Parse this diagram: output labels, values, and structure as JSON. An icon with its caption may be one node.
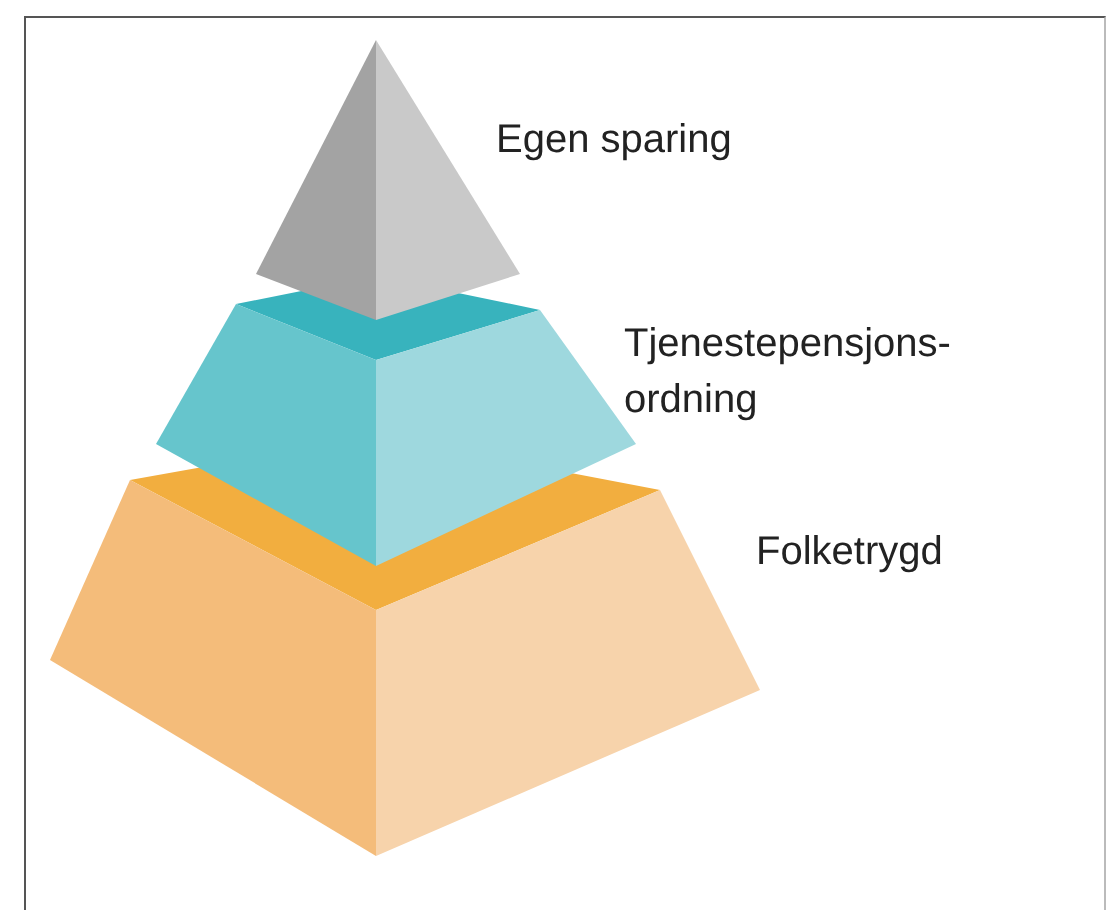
{
  "diagram": {
    "labels": [
      "Egen sparing",
      "Tjenestepensjons-ordning",
      "Folketrygd"
    ]
  }
}
